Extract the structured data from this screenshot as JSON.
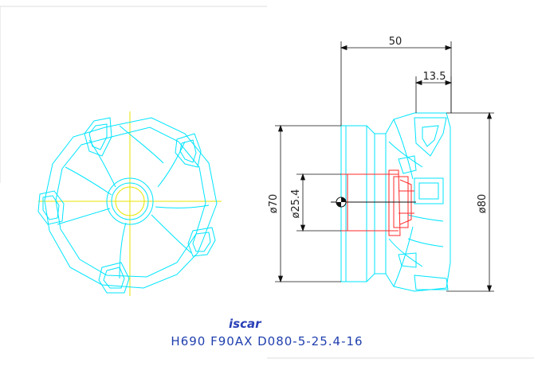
{
  "colors": {
    "outline": "#00e5ff",
    "center_lines": "#e6e600",
    "section": "#ff2a2a",
    "dimensions": "#111111",
    "brand": "#2a3fb8"
  },
  "dimensions": {
    "overall_length": "50",
    "insert_offset": "13.5",
    "body_diameter": "ø70",
    "bore_diameter": "ø25.4",
    "cutting_diameter": "ø80"
  },
  "brand": {
    "logo_text": "iscar"
  },
  "caption": "H690 F90AX D080-5-25.4-16"
}
